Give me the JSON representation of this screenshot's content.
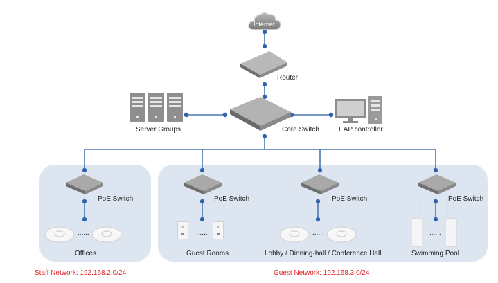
{
  "nodes": {
    "internet": {
      "label": "Internet"
    },
    "router": {
      "label": "Router"
    },
    "core_switch": {
      "label": "Core Switch"
    },
    "server_groups": {
      "label": "Server Groups"
    },
    "eap_controller": {
      "label": "EAP controller"
    }
  },
  "zones": [
    {
      "name": "staff",
      "network_label": "Staff Network: 192.168.2.0/24",
      "groups": [
        {
          "switch_label": "PoE Switch",
          "devices_label": "Offices",
          "device_type": "ceiling-ap",
          "ellipsis": "......"
        }
      ]
    },
    {
      "name": "guest",
      "network_label": "Guest Network:  192.168.3.0/24",
      "groups": [
        {
          "switch_label": "PoE Switch",
          "devices_label": "Guest Rooms",
          "device_type": "wall-plate-ap",
          "ellipsis": "......"
        },
        {
          "switch_label": "PoE Switch",
          "devices_label": "Lobby / Dinning-hall / Conference Hall",
          "device_type": "ceiling-ap",
          "ellipsis": "......"
        },
        {
          "switch_label": "PoE Switch",
          "devices_label": "Swimming Pool",
          "device_type": "outdoor-ap",
          "ellipsis": "......"
        }
      ]
    }
  ],
  "colors": {
    "wire": "#4a76b0",
    "node_dot": "#2f63ad",
    "zone_bg": "#dde6f0",
    "network_label": "#e02020"
  }
}
